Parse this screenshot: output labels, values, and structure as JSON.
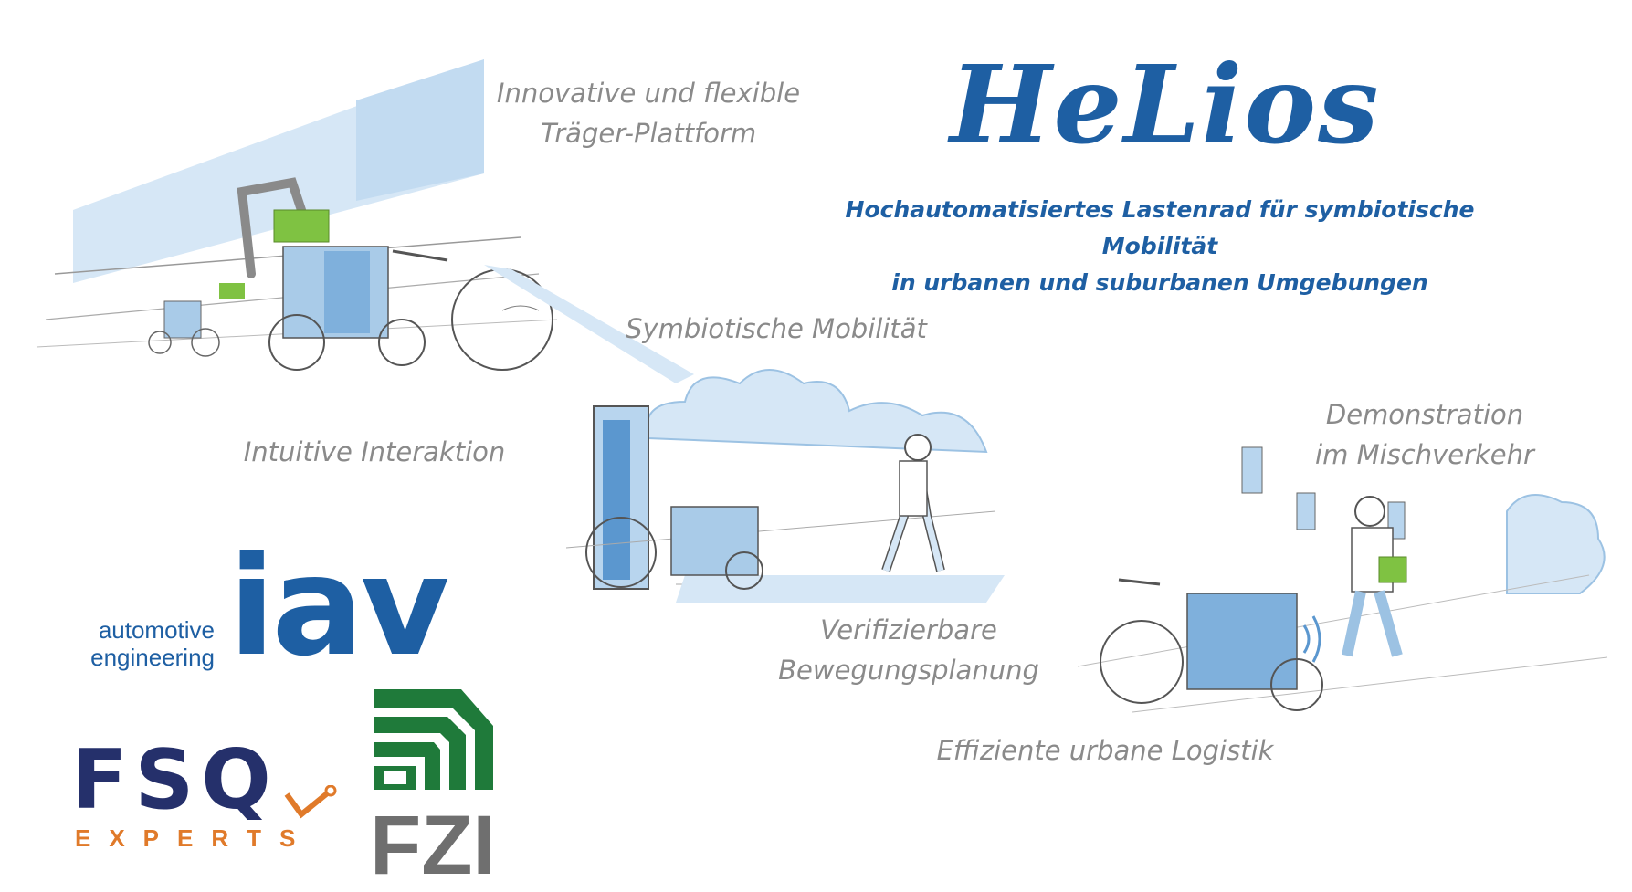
{
  "header": {
    "logo_title": "HeLios",
    "subtitle_line1": "Hochautomatisiertes Lastenrad für symbiotische Mobilität",
    "subtitle_line2": "in urbanen und suburbanen Umgebungen"
  },
  "features": {
    "platform_line1": "Innovative und flexible",
    "platform_line2": "Träger-Plattform",
    "mobility": "Symbiotische Mobilität",
    "interaction": "Intuitive Interaktion",
    "demo_line1": "Demonstration",
    "demo_line2": "im Mischverkehr",
    "planning_line1": "Verifizierbare",
    "planning_line2": "Bewegungsplanung",
    "logistics": "Effiziente urbane Logistik"
  },
  "partners": {
    "iav_line1": "automotive",
    "iav_line2": "engineering",
    "iav_mark": "iav",
    "fsq_mark": "FSQ",
    "fsq_sub": "EXPERTS",
    "fzi_mark": "FZI"
  },
  "colors": {
    "brand_blue": "#1e5fa3",
    "sketch_blue": "#c9dff2",
    "feature_gray": "#8a8a8a",
    "fsq_navy": "#25306b",
    "fsq_orange": "#e07a2a",
    "fzi_green": "#1f7a3a",
    "fzi_gray": "#6f6f6f"
  }
}
